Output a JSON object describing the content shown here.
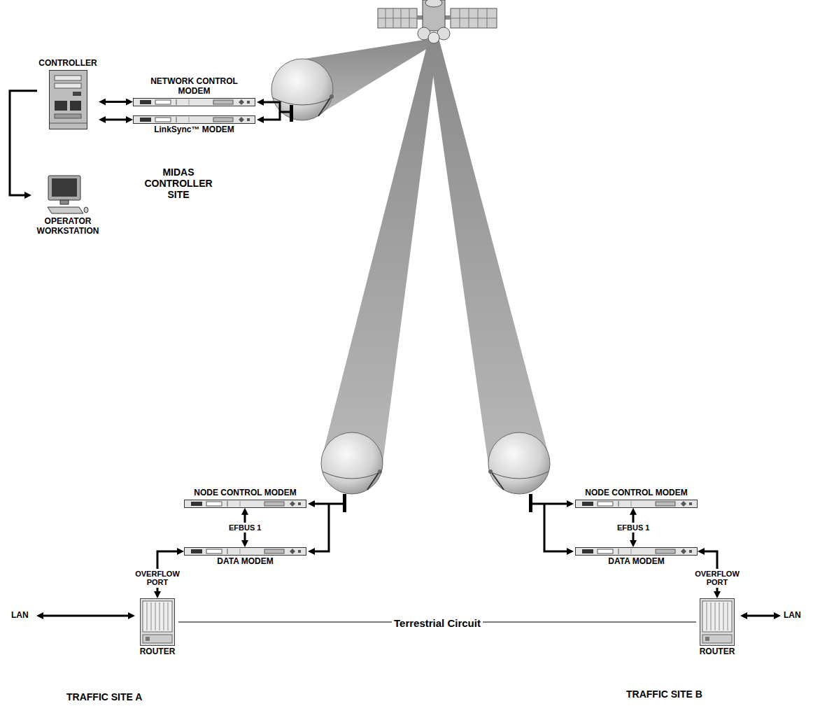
{
  "diagram": {
    "nodes": [
      {
        "text": [
          "CONTROLLER"
        ]
      },
      {
        "text": [
          "NETWORK CONTROL MODEM"
        ]
      },
      {
        "text": [
          "LinkSync™ MODEM"
        ]
      },
      {
        "text": [
          "OPERATOR WORKSTATION"
        ]
      },
      {
        "text": [
          "NODE CONTROL MODEM"
        ]
      },
      {
        "text": [
          "DATA MODEM"
        ]
      },
      {
        "text": [
          "ROUTER"
        ]
      },
      {
        "text": [
          "NODE CONTROL MODEM"
        ]
      },
      {
        "text": [
          "DATA MODEM"
        ]
      },
      {
        "text": [
          "ROUTER"
        ]
      }
    ],
    "edges": [
      {
        "from": 0,
        "to": 1,
        "arrow": "both"
      },
      {
        "from": 0,
        "to": 2,
        "arrow": "both"
      },
      {
        "from": 0,
        "to": 3,
        "arrow": "to"
      },
      {
        "from": 4,
        "to": 5,
        "label": "EFBUS 1",
        "arrow": "both"
      },
      {
        "from": 5,
        "to": 6,
        "label": "OVERFLOW PORT",
        "arrow": "both"
      },
      {
        "from": 7,
        "to": 8,
        "label": "EFBUS 1",
        "arrow": "both"
      },
      {
        "from": 8,
        "to": 9,
        "label": "OVERFLOW PORT",
        "arrow": "both"
      },
      {
        "from": 6,
        "to": 9,
        "label": "Terrestrial Circuit",
        "arrow": "none"
      }
    ],
    "labels": [
      "MIDAS CONTROLLER SITE",
      "LAN",
      "LAN",
      "TRAFFIC SITE A",
      "TRAFFIC SITE B"
    ]
  }
}
